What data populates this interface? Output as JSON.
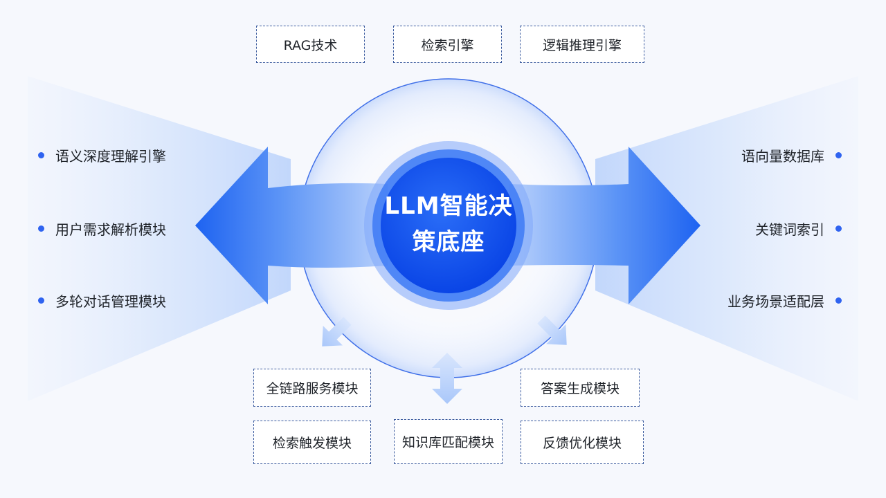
{
  "center": {
    "title_line1": "LLM智能决",
    "title_line2": "策底座"
  },
  "top_boxes": [
    "RAG技术",
    "检索引擎",
    "逻辑推理引擎"
  ],
  "left_items": [
    "语义深度理解引擎",
    "用户需求解析模块",
    "多轮对话管理模块"
  ],
  "right_items": [
    "语向量数据库",
    "关键词索引",
    "业务场景适配层"
  ],
  "bottom_boxes": {
    "row1_left": "全链路服务模块",
    "row1_right": "答案生成模块",
    "row2_left": "检索触发模块",
    "row2_mid": "知识库匹配模块",
    "row2_right": "反馈优化模块"
  },
  "colors": {
    "accent": "#2f63f0",
    "core": "#0a4bf0",
    "arrow": "#2c6ff3",
    "box_border": "#3a5a9e"
  }
}
